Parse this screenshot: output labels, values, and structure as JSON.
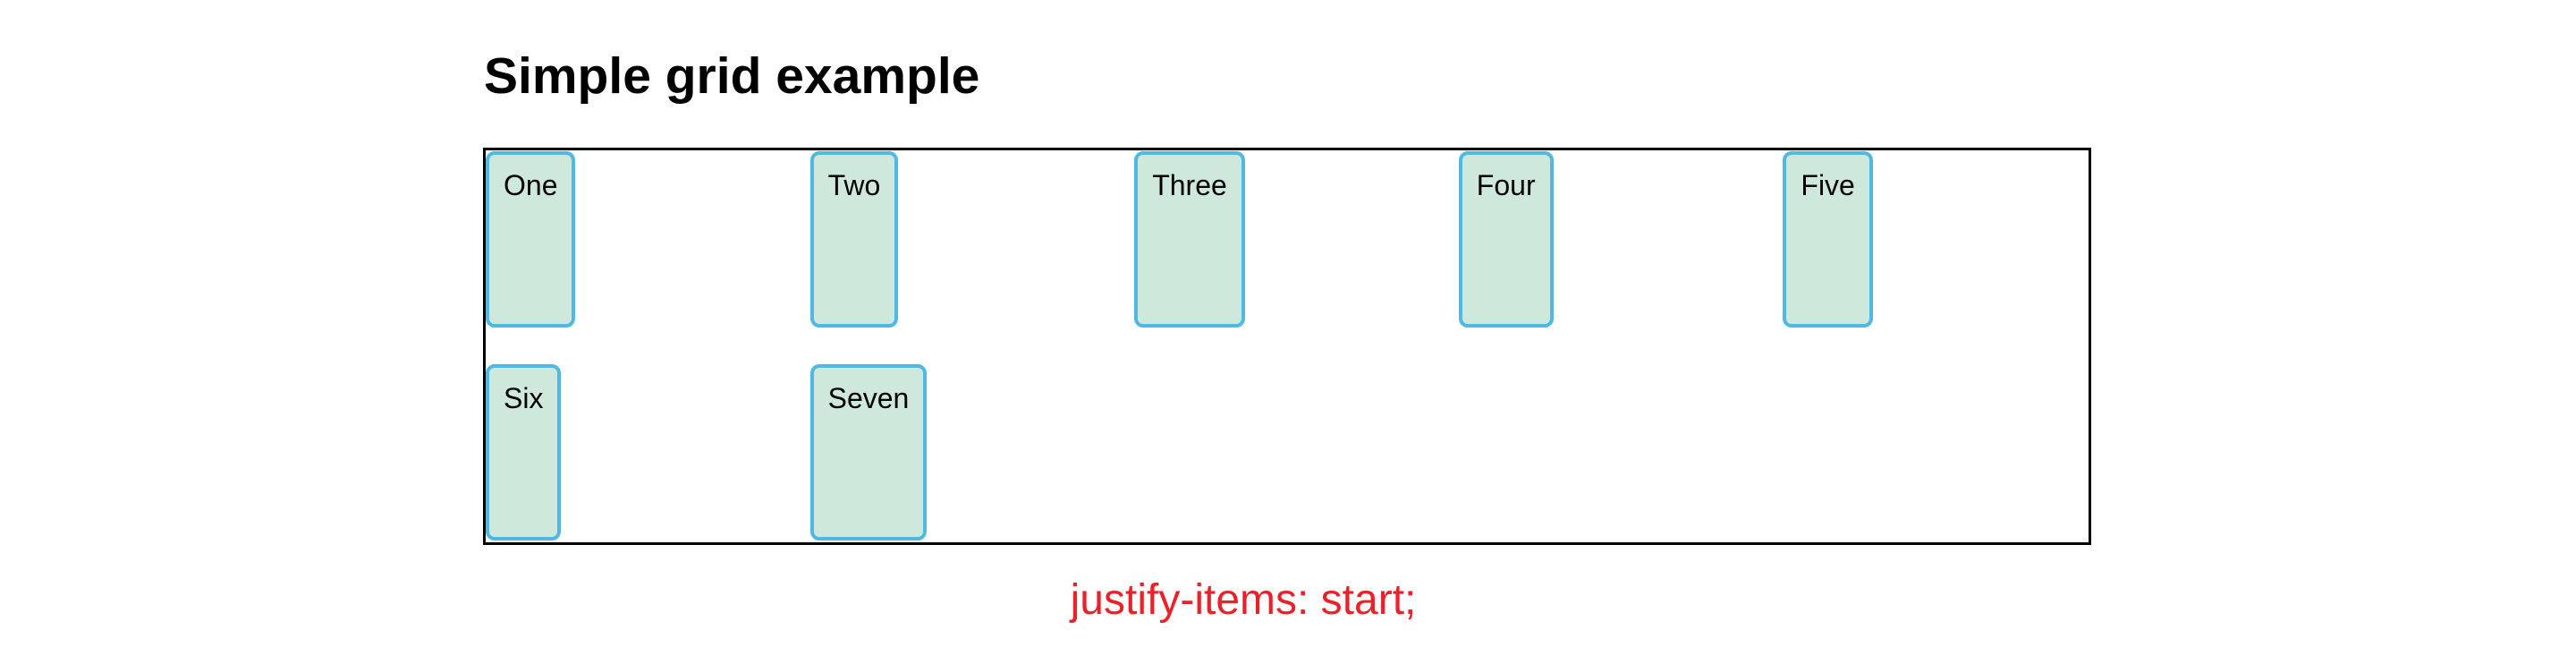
{
  "page": {
    "title": "Simple grid example",
    "caption": "justify-items: start;"
  },
  "grid": {
    "items": [
      "One",
      "Two",
      "Three",
      "Four",
      "Five",
      "Six",
      "Seven"
    ]
  },
  "colors": {
    "item_border_blue": "#4fb9e3",
    "item_fill_green": "#cfe8dc",
    "caption_red": "#e8212a",
    "container_border_black": "#000000"
  }
}
